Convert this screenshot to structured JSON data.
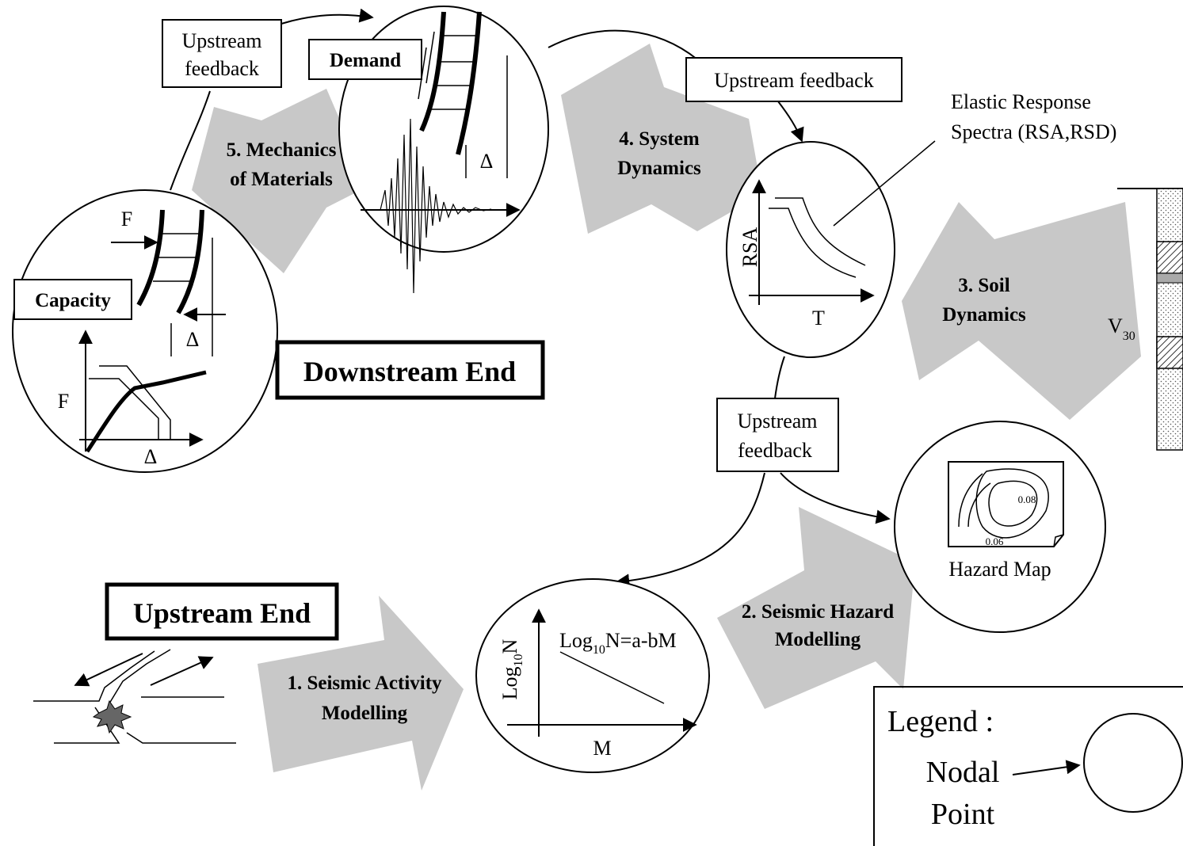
{
  "stages": {
    "s1": [
      "1. Seismic Activity",
      "Modelling"
    ],
    "s2": [
      "2. Seismic Hazard",
      "Modelling"
    ],
    "s3": [
      "3. Soil",
      "Dynamics"
    ],
    "s4": [
      "4. System",
      "Dynamics"
    ],
    "s5": [
      "5. Mechanics",
      "of Materials"
    ]
  },
  "ends": {
    "upstream": "Upstream End",
    "downstream": "Downstream End"
  },
  "feedback": {
    "top_left": [
      "Upstream",
      "feedback"
    ],
    "top_right": "Upstream feedback",
    "right": [
      "Upstream",
      "feedback"
    ]
  },
  "node_labels": {
    "demand": "Demand",
    "capacity": "Capacity",
    "force": "F",
    "delta": "Δ",
    "rsa_axis": "RSA",
    "period_axis": "T",
    "gr_y_axis": "Log",
    "gr_y_sub": "10",
    "gr_y_suffix": "N",
    "gr_eq_pre": "Log",
    "gr_eq_sub": "10",
    "gr_eq_post": "N=a-bM",
    "magnitude_axis": "M",
    "hazard_map": "Hazard Map",
    "contour_1": "0.08",
    "contour_2": "0.06",
    "v30": "V",
    "v30_sub": "30"
  },
  "annotations": {
    "elastic_spectra": [
      "Elastic Response",
      "Spectra (RSA,RSD)"
    ]
  },
  "legend": {
    "title": "Legend :",
    "item": [
      "Nodal",
      "Point"
    ]
  },
  "colors": {
    "arrow_fill": "#c8c8c8",
    "line": "#000000",
    "background": "#ffffff"
  }
}
